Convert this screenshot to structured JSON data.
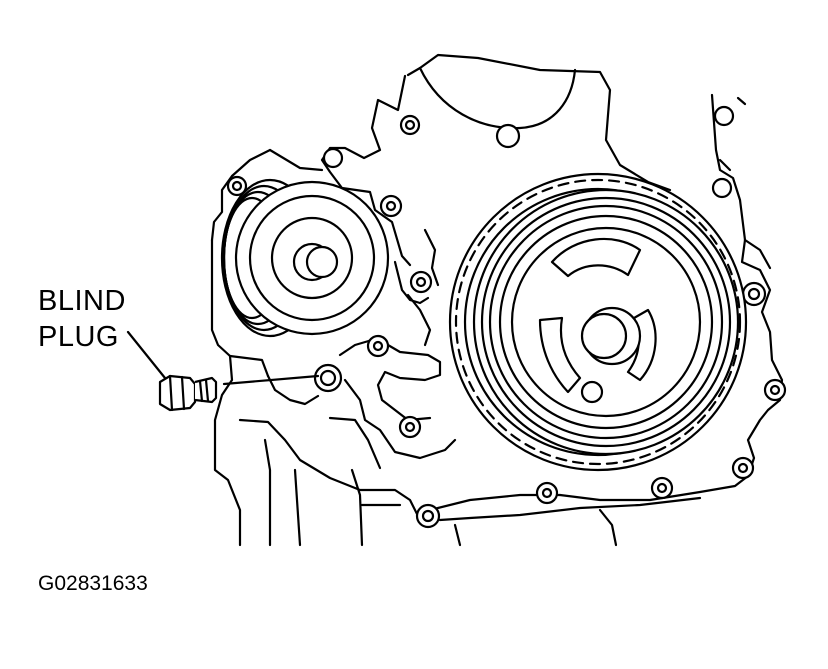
{
  "callout": {
    "line1": "BLIND",
    "line2": "PLUG"
  },
  "figure_id": "G02831633"
}
